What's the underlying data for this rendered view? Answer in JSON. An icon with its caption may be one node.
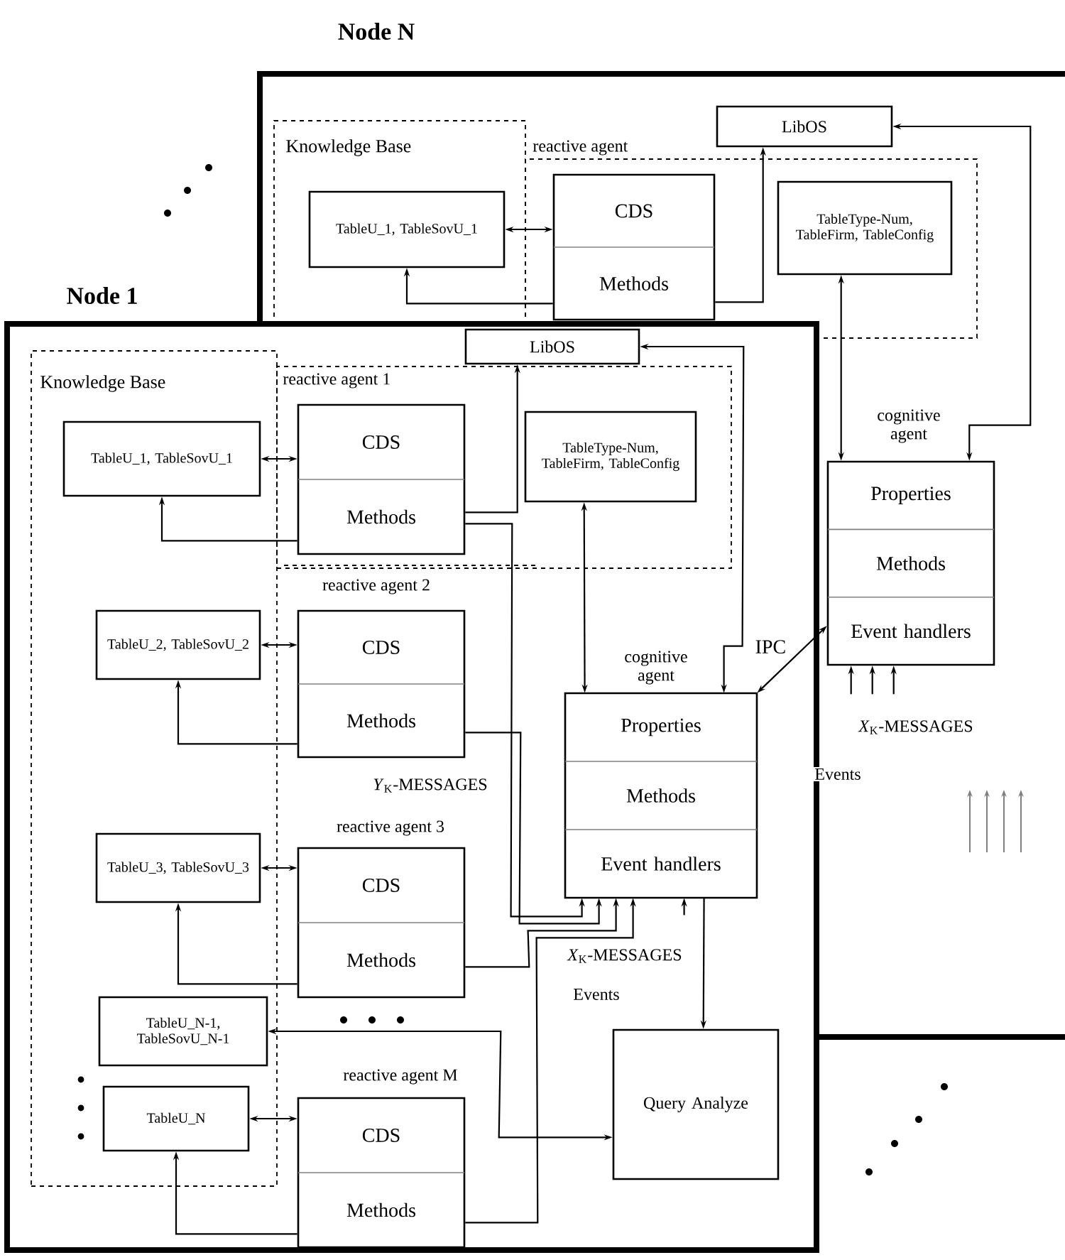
{
  "diagram": {
    "nodes": [
      {
        "text": [
          "Node N"
        ]
      },
      {
        "text": [
          "Knowledge Base"
        ],
        "in": 0
      },
      {
        "text": [
          "reactive agent"
        ],
        "in": 0
      },
      {
        "text": [
          "LibOS"
        ],
        "in": 0
      },
      {
        "text": [
          "TableU_1, TableSovU_1"
        ],
        "in": 1
      },
      {
        "text": [
          "CDS",
          "Methods"
        ],
        "in": 2
      },
      {
        "text": [
          "TableType-Num, TableFirm, TableConfig"
        ],
        "in": 2
      },
      {
        "text": [
          "Properties",
          "Methods",
          "Event handlers"
        ],
        "beside": [
          "cognitive agent"
        ],
        "in": 0
      },
      {
        "text": [
          "Node 1"
        ]
      },
      {
        "text": [
          "Knowledge Base"
        ],
        "in": 8
      },
      {
        "text": [
          "reactive agent 1"
        ]
      },
      {
        "text": [
          "LibOS"
        ]
      },
      {
        "text": [
          "TableU_1, TableSovU_1"
        ],
        "in": 9
      },
      {
        "text": [
          "CDS",
          "Methods"
        ],
        "in": 10
      },
      {
        "text": [
          "TableType-Num, TableFirm, TableConfig"
        ],
        "in": 10
      },
      {
        "text": [
          "Properties",
          "Methods",
          "Event handlers"
        ],
        "beside": [
          "cognitive agent"
        ]
      },
      {
        "text": [
          "TableU_2, TableSovU_2"
        ],
        "in": 9
      },
      {
        "text": [
          "CDS",
          "Methods"
        ]
      },
      {
        "text": [
          "TableU_3, TableSovU_3"
        ],
        "in": 9
      },
      {
        "text": [
          "CDS",
          "Methods"
        ]
      },
      {
        "text": [
          "TableU_N-1, TableSovU_N-1"
        ],
        "in": 9
      },
      {
        "text": [
          "TableU_N"
        ],
        "in": 9
      },
      {
        "text": [
          "CDS",
          "Methods"
        ],
        "in": 8
      },
      {
        "text": [
          "Query Analyze"
        ],
        "in": 8
      }
    ],
    "edges": [
      {
        "from": 4,
        "to": 5,
        "arrow": "both"
      },
      {
        "from": 5,
        "to": 4,
        "arrow": "to"
      },
      {
        "from": 12,
        "to": 13,
        "arrow": "both"
      },
      {
        "from": 13,
        "to": 12,
        "arrow": "to"
      },
      {
        "from": 16,
        "to": 17,
        "arrow": "both"
      },
      {
        "from": 17,
        "to": 16,
        "arrow": "to"
      },
      {
        "from": 18,
        "to": 19,
        "arrow": "both"
      },
      {
        "from": 19,
        "to": 18,
        "arrow": "to"
      },
      {
        "from": 21,
        "to": 22,
        "arrow": "both"
      },
      {
        "from": 22,
        "to": 21,
        "arrow": "to"
      },
      {
        "from": 14,
        "to": 15,
        "arrow": "both"
      },
      {
        "from": 11,
        "to": 15,
        "arrow": "both"
      },
      {
        "from": 15,
        "to": 7,
        "arrow": "both",
        "label": "IPC"
      },
      {
        "from": 13,
        "to": 15,
        "arrow": "to"
      },
      {
        "from": 17,
        "to": 15,
        "arrow": "to"
      },
      {
        "from": 19,
        "to": 15,
        "arrow": "to"
      },
      {
        "from": 22,
        "to": 15,
        "arrow": "to"
      },
      {
        "from": 15,
        "to": 23,
        "arrow": "to"
      },
      {
        "from": 20,
        "to": 23,
        "arrow": "both"
      },
      {
        "from": 13,
        "to": 11,
        "arrow": "to"
      },
      {
        "from": 7,
        "to": 3,
        "arrow": "both"
      },
      {
        "from": 6,
        "to": 7,
        "arrow": "both"
      },
      {
        "from": 5,
        "to": 3,
        "arrow": "to"
      },
      {
        "from": null,
        "to": 7,
        "arrow": "to"
      },
      {
        "from": null,
        "to": 7,
        "arrow": "to"
      },
      {
        "from": null,
        "to": 7,
        "arrow": "to"
      },
      {
        "from": null,
        "to": 15,
        "arrow": "to"
      }
    ],
    "labels": [
      "reactive agent 2",
      "*X*$_{K}$-MESSAGES",
      "Events",
      "*Y*$_{K}$-MESSAGES",
      "reactive agent 3",
      "*X*$_{K}$-MESSAGES",
      "Events",
      "reactive agent M"
    ]
  }
}
